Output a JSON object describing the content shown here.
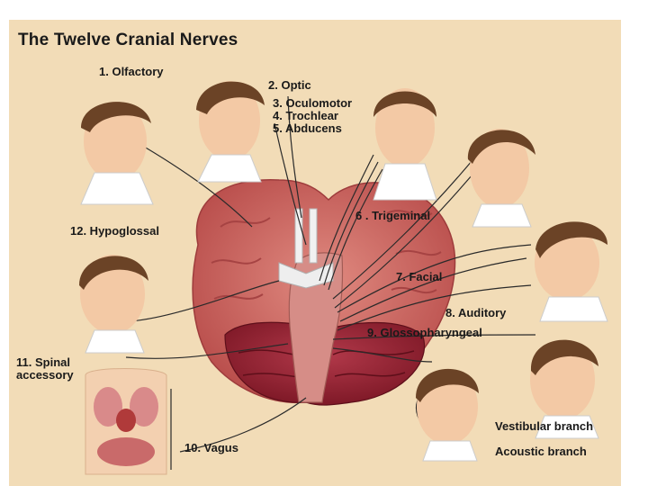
{
  "title": "The Twelve Cranial Nerves",
  "nerves": [
    "1. Olfactory",
    "2. Optic",
    "3. Oculomotor",
    "4. Trochlear",
    "5. Abducens",
    "6 . Trigeminal",
    "7. Facial",
    "8. Auditory",
    "9. Glossopharyngeal",
    "10. Vagus",
    "11. Spinal",
    "12. Hypoglossal"
  ],
  "accessory": "accessory",
  "branches": {
    "vestibular": "Vestibular branch",
    "acoustic": "Acoustic branch"
  },
  "colors": {
    "background": "#f2dcb7",
    "brain": "#c9605a",
    "cerebellum": "#8e1f2c",
    "brainstem": "#d38a86",
    "skin": "#f3c9a5",
    "hair": "#6b4326",
    "nerve_line": "#2a2a2a"
  }
}
